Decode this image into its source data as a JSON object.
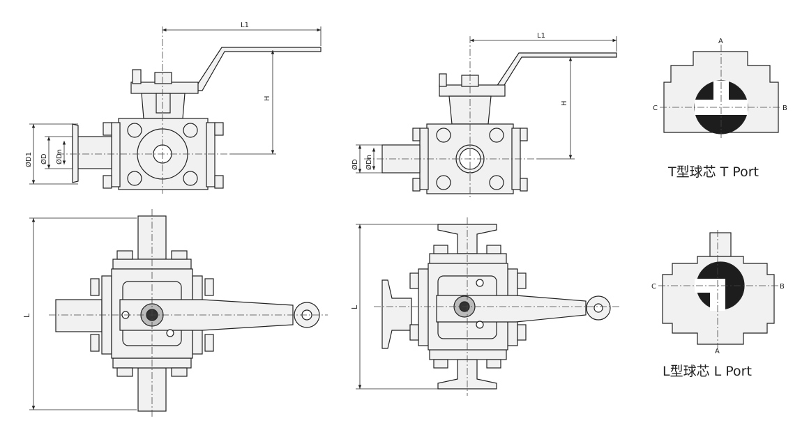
{
  "colors": {
    "line": "#222222",
    "fill": "#f1f1f1",
    "ball": "#1d1d1d"
  },
  "dimensions": {
    "top_left": {
      "l1": "L1",
      "h": "H",
      "d1": "ØD1",
      "d": "ØD",
      "dn": "ØDn"
    },
    "top_right": {
      "l1": "L1",
      "h": "H",
      "d": "ØD",
      "dn": "ØDn"
    },
    "bottom_left": {
      "l": "L"
    },
    "bottom_right": {
      "l": "L"
    }
  },
  "t_port": {
    "caption": "T型球芯 T Port",
    "ports": {
      "top": "A",
      "left": "C",
      "right": "B"
    }
  },
  "l_port": {
    "caption": "L型球芯 L Port",
    "ports": {
      "bottom": "A",
      "left": "C",
      "right": "B"
    }
  }
}
